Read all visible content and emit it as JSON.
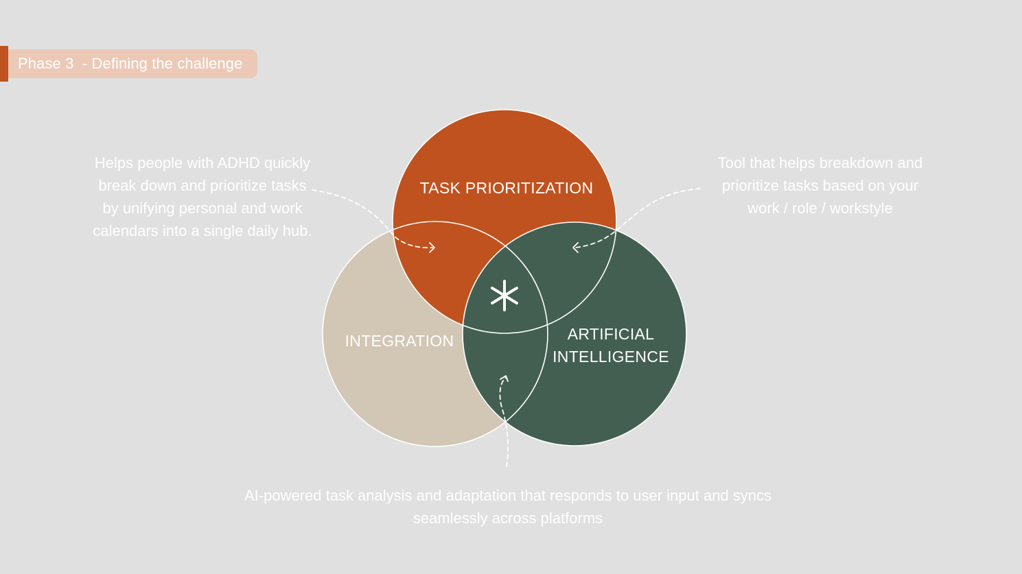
{
  "header": {
    "phase_label": "Phase 3  - Defining the challenge"
  },
  "diagram": {
    "circles": {
      "top": {
        "label": "TASK PRIORITIZATION",
        "color": "#c0521f"
      },
      "left": {
        "label": "INTEGRATION",
        "color": "#d2c6b4"
      },
      "right": {
        "label": "ARTIFICIAL INTELLIGENCE",
        "color": "#435f51"
      }
    },
    "center_icon": "asterisk-icon"
  },
  "annotations": {
    "left": "Helps people with ADHD quickly break down and prioritize tasks by unifying personal and work calendars into a single daily hub.",
    "right": "Tool that helps breakdown and prioritize tasks based on your work / role / workstyle",
    "bottom": "AI-powered task analysis and adaptation that responds to user input and syncs seamlessly across platforms"
  },
  "colors": {
    "background": "#e0e0e0",
    "accent": "#c0521f",
    "tag_fill": "#ecc9b7"
  }
}
